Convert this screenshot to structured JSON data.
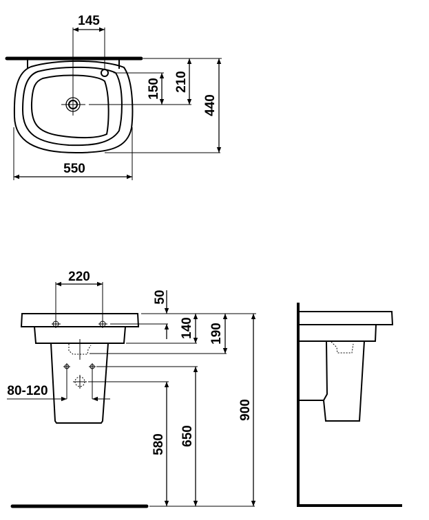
{
  "top_view": {
    "dims": {
      "tap_offset": "145",
      "tap_to_drain": "150",
      "wall_to_drain": "210",
      "depth": "440",
      "width": "550"
    }
  },
  "front_view": {
    "dims": {
      "tap_spacing": "220",
      "tap_height": "50",
      "rim_height": "140",
      "basin_height": "190",
      "total_height": "900",
      "bolt_spacing": "80-120",
      "drain_height": "580",
      "supply_height": "650"
    }
  }
}
